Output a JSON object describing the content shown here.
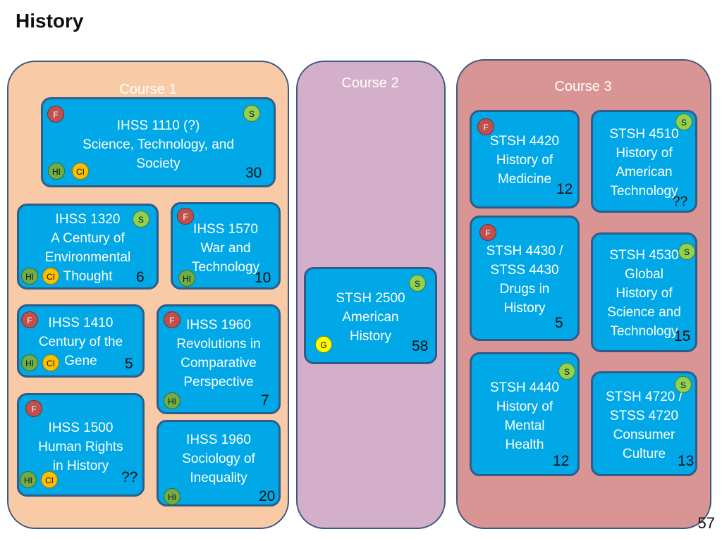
{
  "title": "History",
  "page_number": "57",
  "colors": {
    "course1_bg": "#f8cba6",
    "course2_bg": "#d4afc9",
    "course3_bg": "#d99593",
    "box_fill": "#00a8e8",
    "badge_F": "#c0504d",
    "badge_S": "#92d050",
    "badge_HI": "#70ad47",
    "badge_CI": "#ffc000",
    "badge_G": "#ffff00"
  },
  "panels": {
    "course1": {
      "label": "Course 1"
    },
    "course2": {
      "label": "Course 2"
    },
    "course3": {
      "label": "Course 3"
    }
  },
  "courses": {
    "ihss1110": {
      "text": "IHSS 1110 (?)\nScience, Technology, and\nSociety",
      "number": "30",
      "badges": [
        "F",
        "S",
        "HI",
        "CI"
      ]
    },
    "ihss1320": {
      "text": "IHSS 1320\nA Century of\nEnvironmental\nThought",
      "number": "6",
      "badges": [
        "S",
        "HI",
        "CI"
      ]
    },
    "ihss1570": {
      "text": "IHSS 1570\nWar and\nTechnology",
      "number": "10",
      "badges": [
        "F",
        "HI"
      ]
    },
    "ihss1410": {
      "text": "IHSS 1410\nCentury of the\nGene",
      "number": "5",
      "badges": [
        "F",
        "HI",
        "CI"
      ]
    },
    "ihss1960rev": {
      "text": "IHSS 1960\nRevolutions in\nComparative\nPerspective",
      "number": "7",
      "badges": [
        "F",
        "HI"
      ]
    },
    "ihss1500": {
      "text": "IHSS 1500\nHuman Rights\nin History",
      "number": "??",
      "badges": [
        "F",
        "HI",
        "CI"
      ]
    },
    "ihss1960soc": {
      "text": "IHSS 1960\nSociology of\nInequality",
      "number": "20",
      "badges": [
        "HI"
      ]
    },
    "stsh2500": {
      "text": "STSH 2500\nAmerican\nHistory",
      "number": "58",
      "badges": [
        "S",
        "G"
      ]
    },
    "stsh4420": {
      "text": "STSH 4420\nHistory of\nMedicine",
      "number": "12",
      "badges": [
        "F"
      ]
    },
    "stsh4510": {
      "text": "STSH 4510\nHistory of\nAmerican\nTechnology",
      "number": "??",
      "badges": [
        "S"
      ]
    },
    "stsh4430": {
      "text": "STSH 4430 /\nSTSS 4430\nDrugs in\nHistory",
      "number": "5",
      "badges": [
        "F"
      ]
    },
    "stsh4530": {
      "text": "STSH 4530\nGlobal\nHistory of\nScience and\nTechnology",
      "number": "15",
      "badges": [
        "S"
      ]
    },
    "stsh4440": {
      "text": "STSH 4440\nHistory of\nMental\nHealth",
      "number": "12",
      "badges": [
        "S"
      ]
    },
    "stsh4720": {
      "text": "STSH 4720 /\nSTSS 4720\nConsumer\nCulture",
      "number": "13",
      "badges": [
        "S"
      ]
    }
  }
}
